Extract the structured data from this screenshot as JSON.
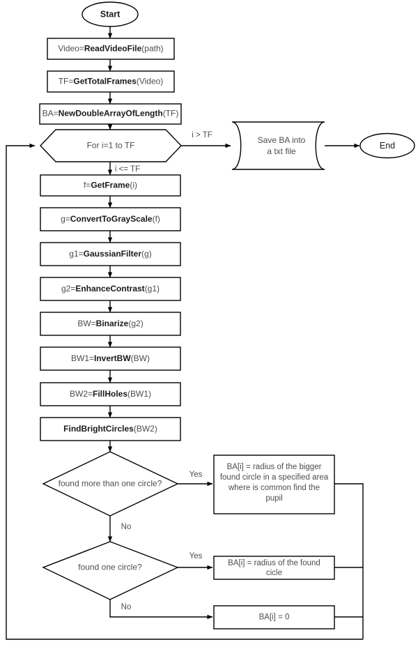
{
  "diagram": {
    "title": "Pupil radius detection flowchart",
    "colors": {
      "stroke": "#000000",
      "background": "#ffffff",
      "text_regular": "#4d4d4d",
      "text_bold": "#1a1a1a"
    },
    "terminators": {
      "start": "Start",
      "end": "End"
    },
    "process_steps": [
      {
        "assign": "Video=",
        "fn": "ReadVideoFile",
        "args": "(path)"
      },
      {
        "assign": "TF=",
        "fn": "GetTotalFrames",
        "args": "(Video)"
      },
      {
        "assign": "BA=",
        "fn": "NewDoubleArrayOfLength",
        "args": "(TF)"
      },
      {
        "assign": "f=",
        "fn": "GetFrame",
        "args": "(i)"
      },
      {
        "assign": "g=",
        "fn": "ConvertToGrayScale",
        "args": "(f)"
      },
      {
        "assign": "g1=",
        "fn": "GaussianFilter",
        "args": "(g)"
      },
      {
        "assign": "g2=",
        "fn": "EnhanceContrast",
        "args": "(g1)"
      },
      {
        "assign": "BW=",
        "fn": "Binarize",
        "args": "(g2)"
      },
      {
        "assign": "BW1=",
        "fn": "InvertBW",
        "args": "(BW)"
      },
      {
        "assign": "BW2=",
        "fn": "FillHoles",
        "args": "(BW1)"
      },
      {
        "assign": "",
        "fn": "FindBrightCircles",
        "args": "(BW2)"
      }
    ],
    "loop": {
      "label": "For i=1 to TF",
      "exit_label": "i > TF",
      "continue_label": "i <= TF"
    },
    "storage": {
      "line1": "Save BA into",
      "line2": "a txt file"
    },
    "decisions": [
      {
        "question": "found more than one circle?",
        "yes_label": "Yes",
        "no_label": "No"
      },
      {
        "question": "found one circle?",
        "yes_label": "Yes",
        "no_label": "No"
      }
    ],
    "results": [
      {
        "lines": [
          "BA[i] = radius of the bigger",
          "found circle in a specified area",
          "where is common find the",
          "pupil"
        ]
      },
      {
        "lines": [
          "BA[i] = radius of the found",
          "cicle"
        ]
      },
      {
        "lines": [
          "BA[i] = 0"
        ]
      }
    ]
  }
}
